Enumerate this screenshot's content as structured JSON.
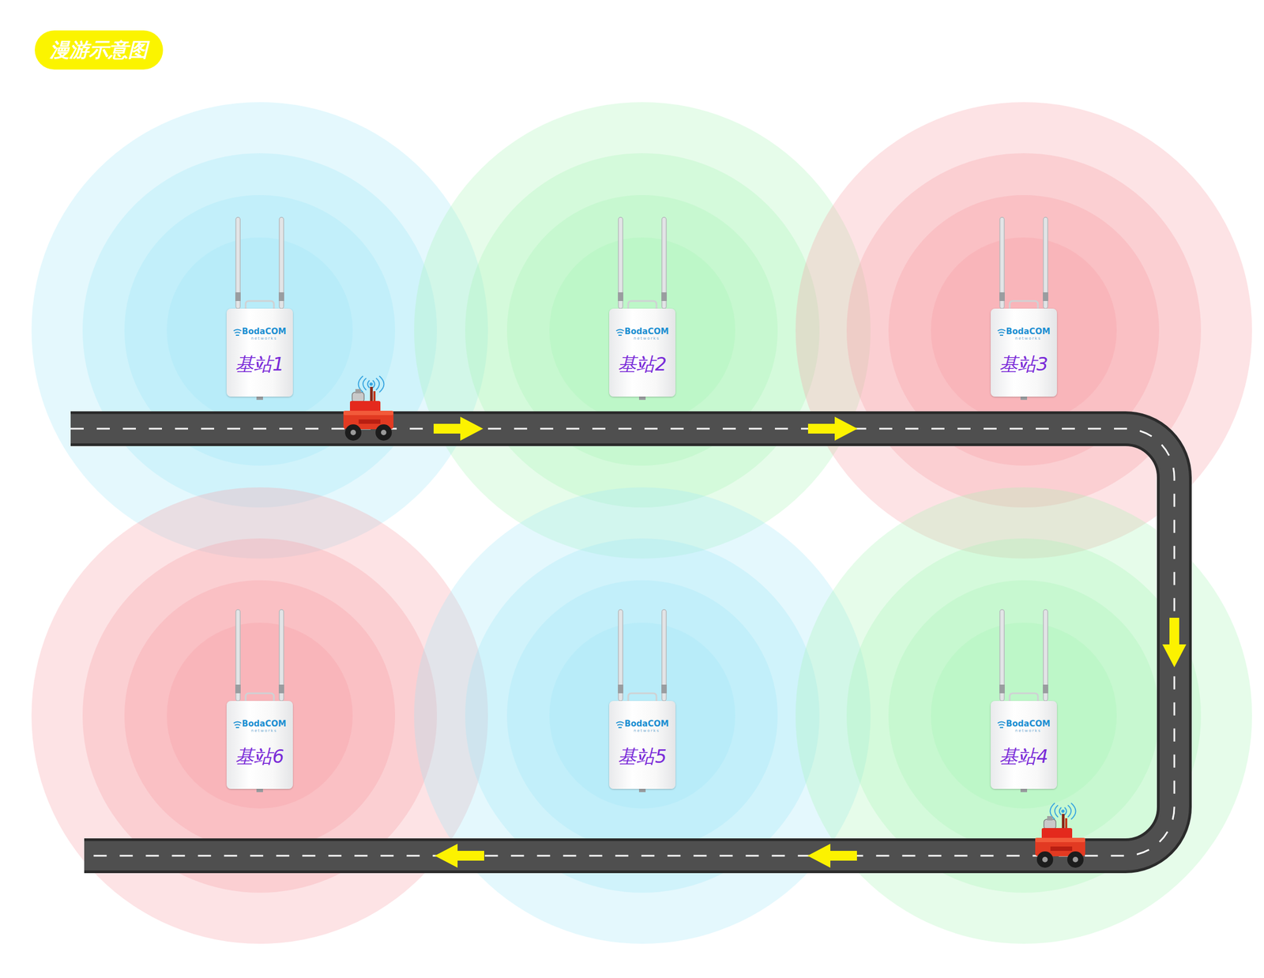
{
  "diagram": {
    "title": "漫游示意图",
    "nodes": [
      {
        "text": [
          "BodaCOM",
          "networks",
          "基站1"
        ]
      },
      {
        "text": [
          "BodaCOM",
          "networks",
          "基站2"
        ]
      },
      {
        "text": [
          "BodaCOM",
          "networks",
          "基站3"
        ]
      },
      {
        "text": [
          "BodaCOM",
          "networks",
          "基站6"
        ]
      },
      {
        "text": [
          "BodaCOM",
          "networks",
          "基站5"
        ]
      },
      {
        "text": [
          "BodaCOM",
          "networks",
          "基站4"
        ]
      }
    ]
  }
}
